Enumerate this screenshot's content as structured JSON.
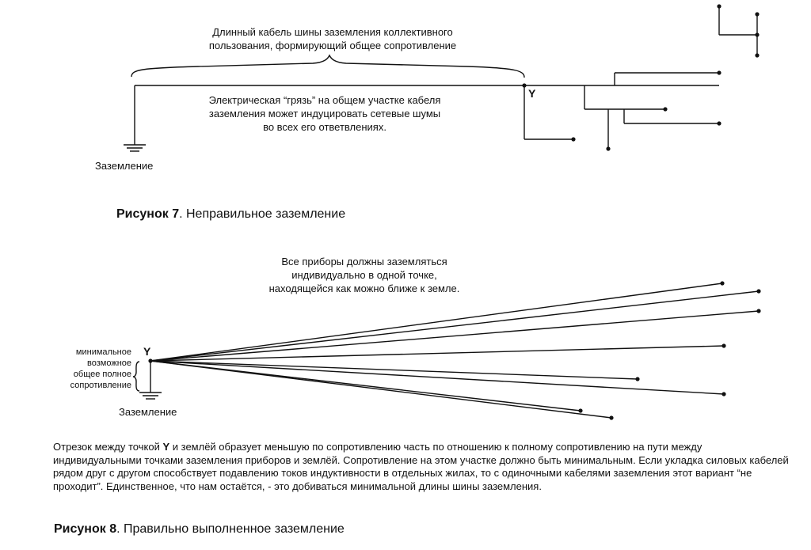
{
  "figure7": {
    "long_cable_text": [
      "Длинный кабель шины заземления коллективного",
      "пользования, формирующий общее сопротивление"
    ],
    "dirt_text": [
      "Электрическая “грязь” на общем участке кабеля",
      "заземления может индуцировать сетевые шумы",
      "во всех его ответвлениях."
    ],
    "ground_label": "Заземление",
    "node_label": "Y",
    "caption_bold": "Рисунок 7",
    "caption_rest": ". Неправильное заземление"
  },
  "figure8": {
    "devices_text": [
      "Все приборы должны заземляться",
      "индивидуально в одной точке,",
      "находящейся как можно ближе к земле."
    ],
    "impedance_text": [
      "минимальное",
      "возможное",
      "общее полное",
      "сопротивление"
    ],
    "node_label": "Y",
    "ground_label": "Заземление",
    "caption_bold": "Рисунок 8",
    "caption_rest": ". Правильно выполненное заземление"
  },
  "paragraph": {
    "part1": "Отрезок между точкой ",
    "bold_y": "Y",
    "part2": " и землёй образует меньшую по сопротивлению часть по отношению к полному сопротивлению на пути между индивидуальными точками заземления приборов и землёй. Сопротивление на этом участке должно быть минимальным. Если укладка силовых кабелей рядом друг с другом способствует подавлению токов индуктивности в отдельных жилах, то с одиночными кабелями заземления этот вариант “не проходит”. Единственное, что нам остаётся, - это добиваться минимальной длины шины заземления."
  }
}
